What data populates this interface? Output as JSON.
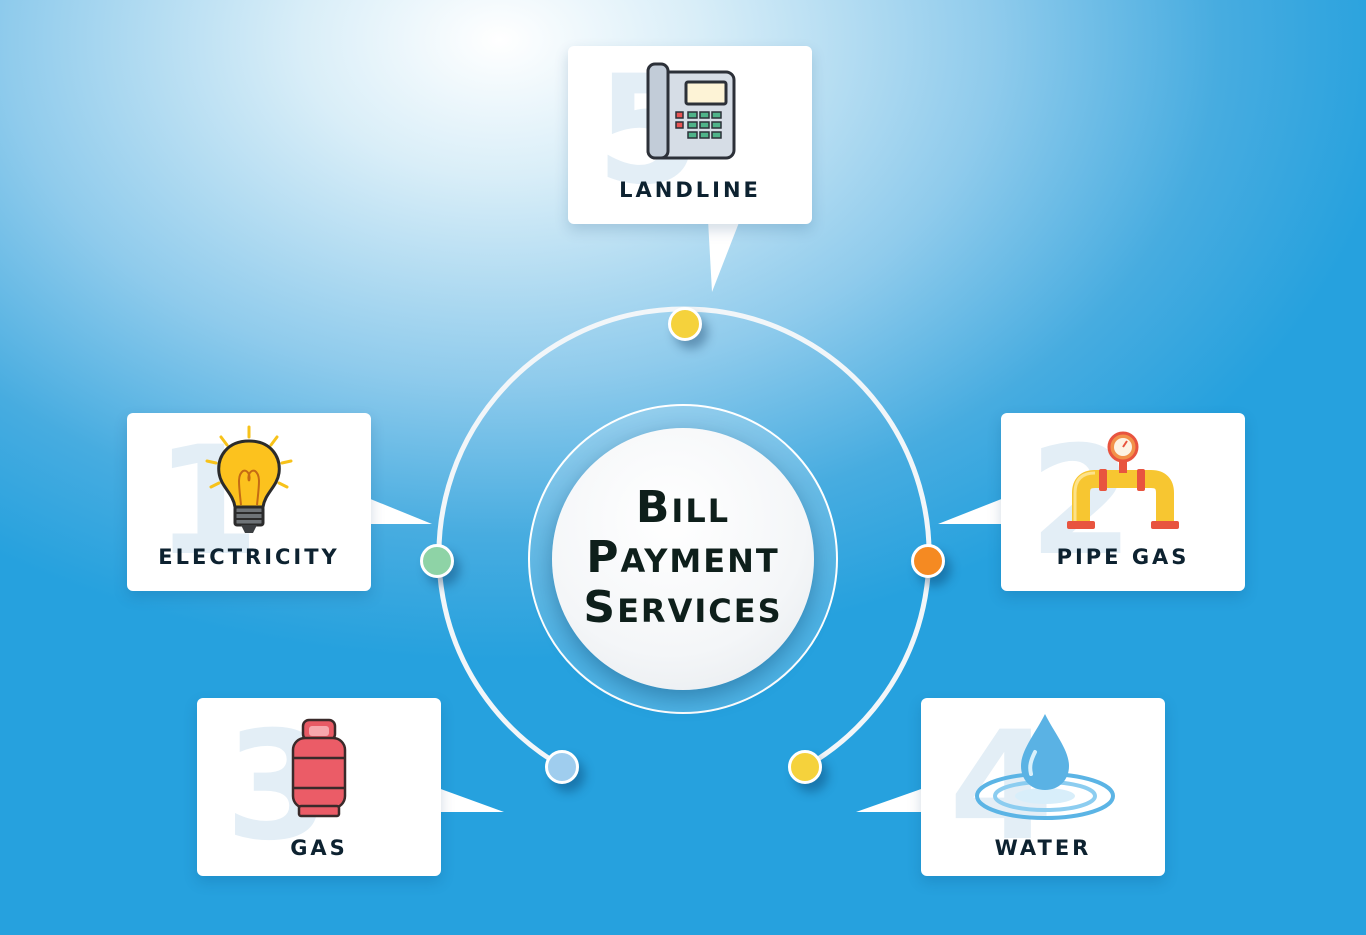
{
  "center": {
    "title_line1": "Bill",
    "title_line2": "Payment",
    "title_line3": "Services"
  },
  "services": {
    "landline": {
      "number": "5",
      "label": "LANDLINE",
      "icon": "telephone-icon",
      "dot_color": "#f5d23c"
    },
    "electricity": {
      "number": "1",
      "label": "ELECTRICITY",
      "icon": "light-bulb-icon",
      "dot_color": "#8ed3a6"
    },
    "pipe_gas": {
      "number": "2",
      "label": "PIPE  GAS",
      "icon": "gas-pipe-icon",
      "dot_color": "#f58a22"
    },
    "gas": {
      "number": "3",
      "label": "GAS",
      "icon": "gas-cylinder-icon",
      "dot_color": "#9fcdee"
    },
    "water": {
      "number": "4",
      "label": "WATER",
      "icon": "water-drop-icon",
      "dot_color": "#f5d23c"
    }
  },
  "colors": {
    "background": "#26a1de",
    "label_text": "#0d2230"
  }
}
